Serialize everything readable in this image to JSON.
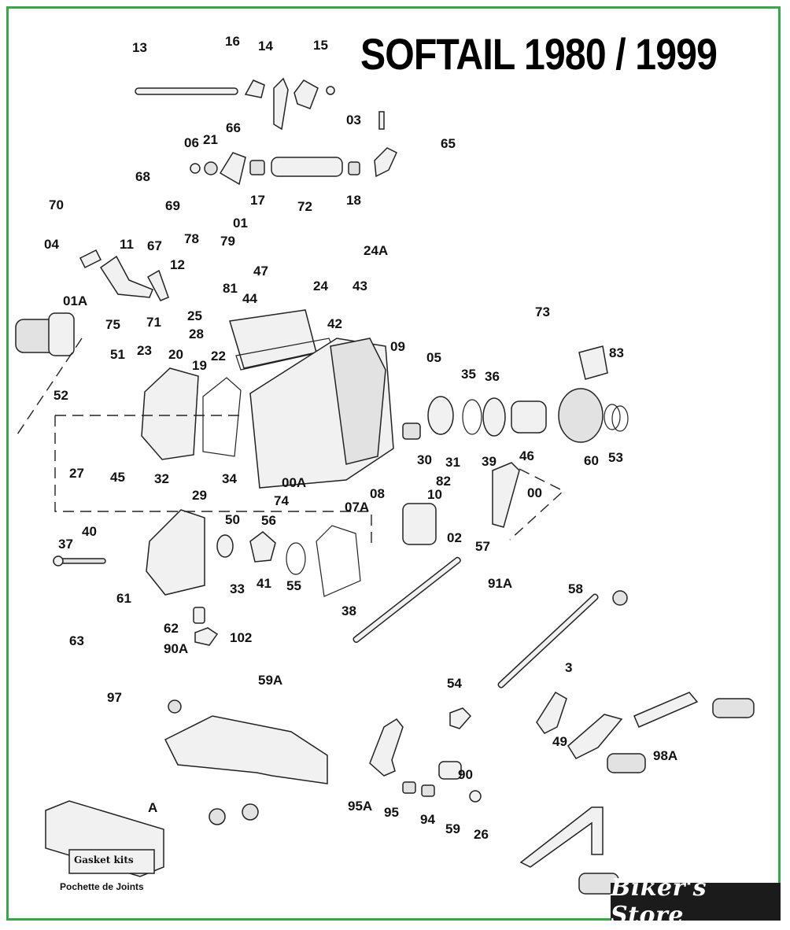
{
  "title": "SOFTAIL 1980 / 1999",
  "brand": "Biker's Store",
  "gasket_kit": {
    "box_text": "Gasket kits",
    "caption": "Pochette de Joints",
    "label": "A"
  },
  "labels": [
    "13",
    "16",
    "14",
    "15",
    "03",
    "65",
    "06",
    "21",
    "66",
    "68",
    "17",
    "72",
    "18",
    "69",
    "01",
    "70",
    "04",
    "11",
    "67",
    "78",
    "79",
    "24A",
    "12",
    "01A",
    "75",
    "71",
    "81",
    "47",
    "44",
    "24",
    "43",
    "25",
    "28",
    "42",
    "73",
    "09",
    "05",
    "83",
    "51",
    "23",
    "20",
    "19",
    "22",
    "35",
    "36",
    "52",
    "32",
    "34",
    "31",
    "39",
    "46",
    "60",
    "53",
    "30",
    "27",
    "45",
    "08",
    "82",
    "10",
    "00",
    "00A",
    "74",
    "07A",
    "02",
    "57",
    "29",
    "50",
    "56",
    "37",
    "40",
    "41",
    "33",
    "55",
    "38",
    "61",
    "62",
    "102",
    "63",
    "90A",
    "91A",
    "58",
    "59A",
    "97",
    "54",
    "3",
    "49",
    "98A",
    "90",
    "95A",
    "95",
    "94",
    "59",
    "26"
  ]
}
